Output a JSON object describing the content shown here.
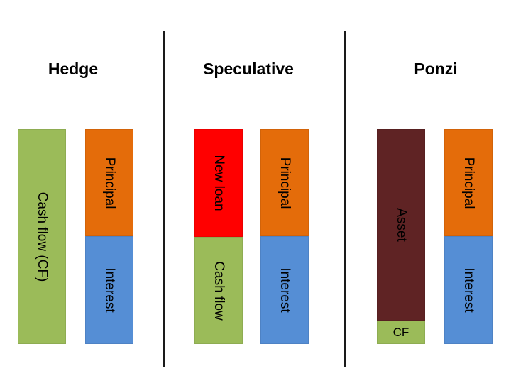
{
  "columns": {
    "hedge": {
      "title": "Hedge",
      "cash_flow": "Cash flow (CF)",
      "principal": "Principal",
      "interest": "Interest"
    },
    "speculative": {
      "title": "Speculative",
      "new_loan": "New loan",
      "cash_flow": "Cash flow",
      "principal": "Principal",
      "interest": "Interest"
    },
    "ponzi": {
      "title": "Ponzi",
      "asset": "Asset",
      "cf": "CF",
      "principal": "Principal",
      "interest": "Interest"
    }
  },
  "colors": {
    "cash_flow": "#9bbb59",
    "principal": "#e46c0a",
    "interest": "#558ed5",
    "new_loan": "#ff0000",
    "asset": "#5f2324"
  }
}
